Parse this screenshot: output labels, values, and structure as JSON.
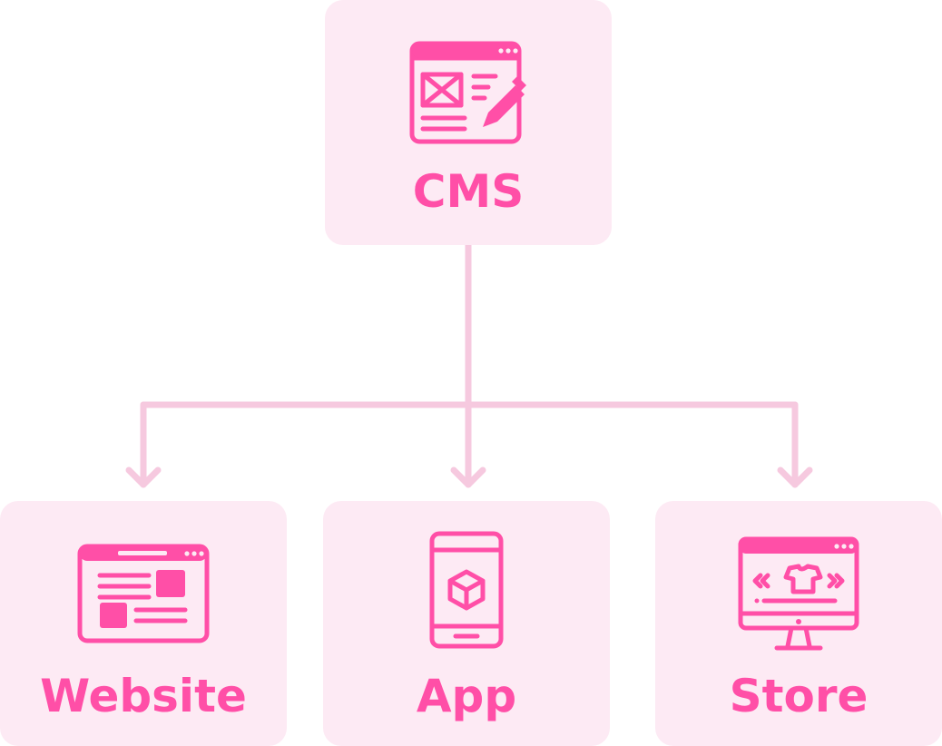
{
  "diagram": {
    "colors": {
      "accent": "#ff4fa7",
      "box": "#fdeaf4",
      "connector": "#f6c9df"
    },
    "root": {
      "label": "CMS",
      "icon": "cms-editor-icon"
    },
    "children": [
      {
        "label": "Website",
        "icon": "website-layout-icon"
      },
      {
        "label": "App",
        "icon": "mobile-app-icon"
      },
      {
        "label": "Store",
        "icon": "online-store-icon"
      }
    ]
  }
}
